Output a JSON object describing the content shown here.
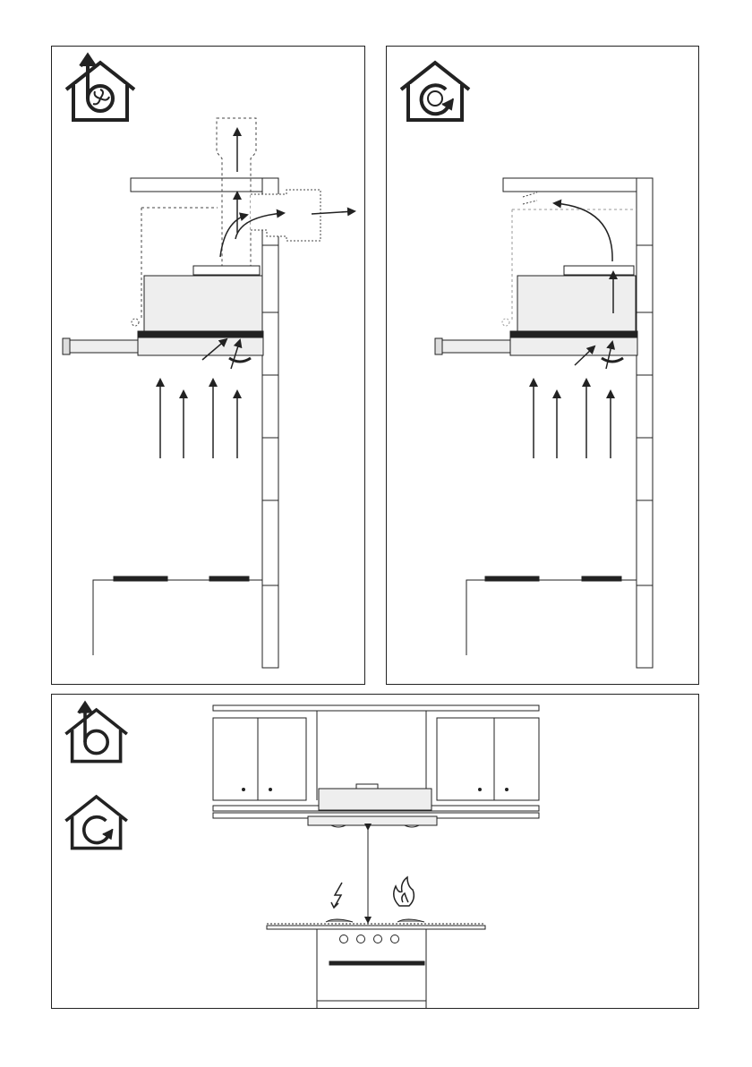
{
  "figure": {
    "panels": [
      {
        "id": "ducted-mode",
        "mode_icon": "extraction-mode-icon"
      },
      {
        "id": "recirculation-mode",
        "mode_icon": "recirculation-mode-icon"
      },
      {
        "id": "installation-clearance",
        "mode_icons": [
          "extraction-mode-icon",
          "recirculation-mode-icon"
        ],
        "hazard_icons": [
          "electric-hob-icon",
          "gas-hob-icon"
        ]
      }
    ],
    "colors": {
      "line": "#222222",
      "hood_fill": "#eeeeee",
      "wall_fill": "#ffffff"
    }
  }
}
